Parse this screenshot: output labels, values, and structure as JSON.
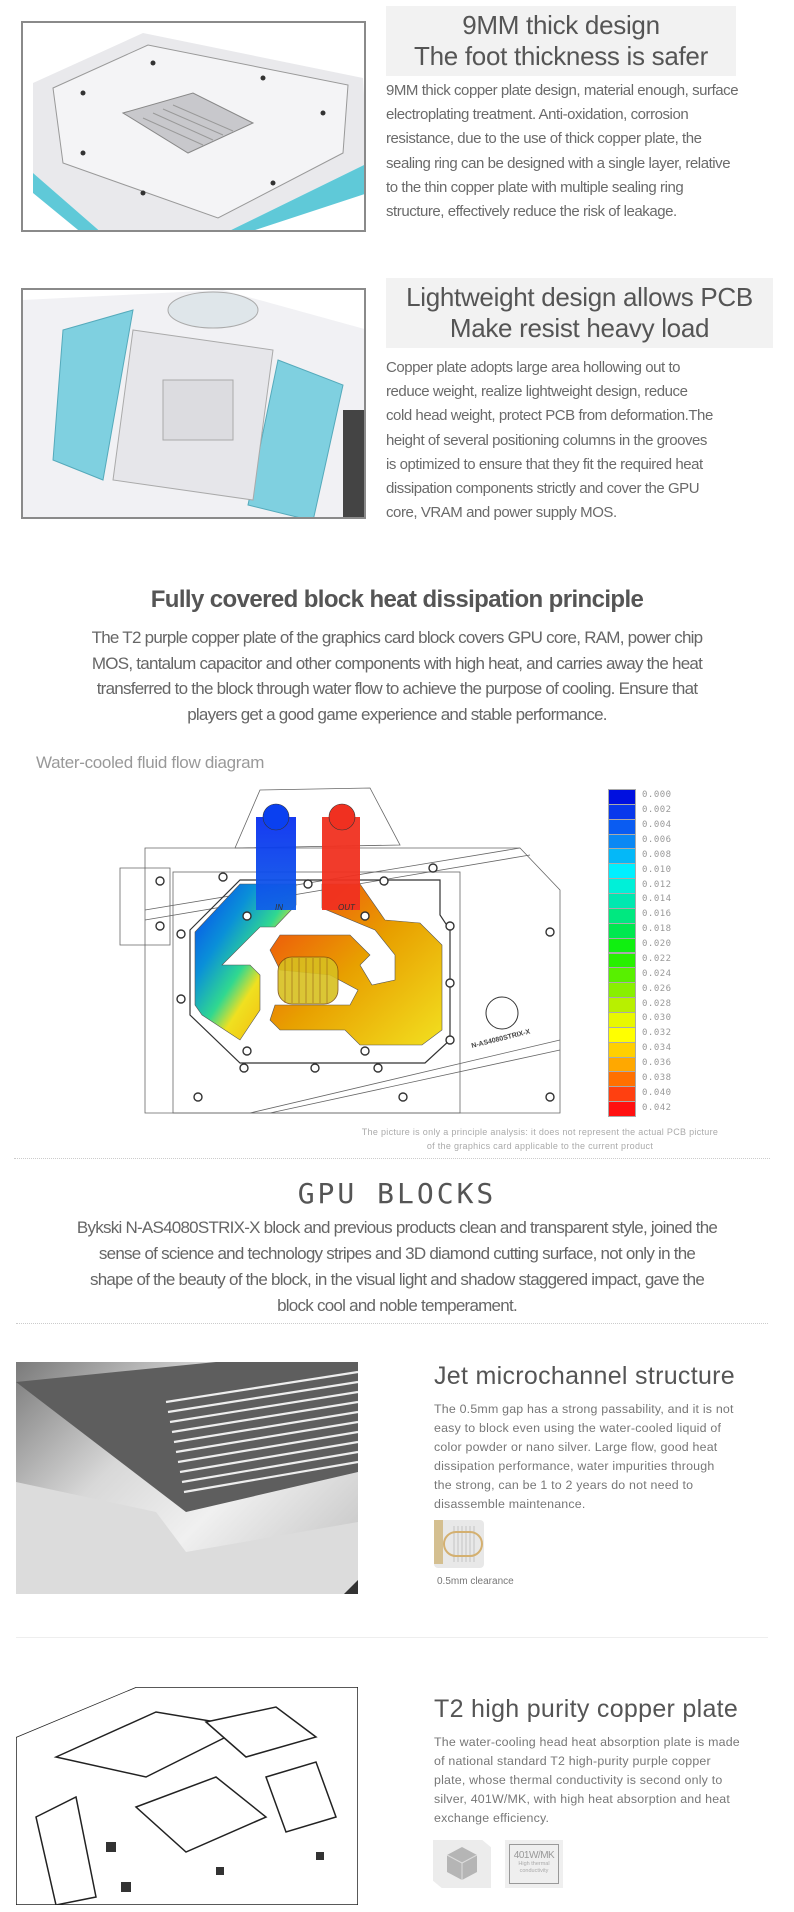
{
  "section_9mm": {
    "title_lines": [
      "9MM thick design",
      "The foot thickness is safer"
    ],
    "body_lines": [
      "9MM thick copper plate design, material enough, surface",
      "electroplating treatment. Anti-oxidation, corrosion",
      "resistance, due to the use of thick copper plate, the",
      "sealing ring can be designed with a single layer, relative",
      "to the thin copper plate with multiple sealing ring",
      "structure, effectively reduce the risk of leakage."
    ]
  },
  "section_lightweight": {
    "title_lines": [
      "Lightweight design allows PCB",
      "Make resist heavy load"
    ],
    "body_lines": [
      "Copper plate adopts large area hollowing out to",
      "reduce weight, realize lightweight design, reduce",
      "cold head weight, protect PCB from deformation.The",
      "height of several positioning columns in the grooves",
      "is optimized to ensure that they fit the required heat",
      "dissipation components strictly and cover the GPU",
      "core, VRAM and power supply MOS."
    ]
  },
  "principle": {
    "heading": "Fully covered block heat dissipation principle",
    "body_lines": [
      "The T2 purple copper plate of the graphics card block covers GPU core, RAM, power chip",
      "MOS, tantalum capacitor and other components with high heat, and carries away the heat",
      "transferred to the block through water flow to achieve the purpose of cooling. Ensure that",
      "players get a good game experience and stable performance."
    ],
    "diagram_label": "Water-cooled fluid flow diagram",
    "diagram": {
      "inlet_label": "IN",
      "outlet_label": "OUT",
      "model_plate": "N-AS4080STRIX-X",
      "scale_values": [
        "0.000",
        "0.002",
        "0.004",
        "0.006",
        "0.008",
        "0.010",
        "0.012",
        "0.014",
        "0.016",
        "0.018",
        "0.020",
        "0.022",
        "0.024",
        "0.026",
        "0.028",
        "0.030",
        "0.032",
        "0.034",
        "0.036",
        "0.038",
        "0.040",
        "0.042"
      ],
      "scale_colors": [
        "#0010e0",
        "#0838ec",
        "#0a5cf2",
        "#0a88f4",
        "#04b8f8",
        "#00f0ff",
        "#00f0d8",
        "#00e8b0",
        "#00e880",
        "#00e850",
        "#10f010",
        "#28f000",
        "#58f000",
        "#88f000",
        "#b8f000",
        "#e8f800",
        "#ffff00",
        "#ffd000",
        "#ffa800",
        "#ff7000",
        "#ff4010",
        "#ff1010"
      ],
      "caption_lines": [
        "The picture is only a principle analysis: it does not represent the actual PCB picture",
        "of the graphics card applicable to the current product"
      ]
    }
  },
  "gpu_blocks": {
    "heading": "GPU BLOCKS",
    "body_lines": [
      "Bykski N-AS4080STRIX-X block and previous products clean and transparent style, joined the",
      "sense of science and technology stripes and 3D diamond cutting surface, not only in the",
      "shape of the beauty of the block, in the visual light and shadow staggered impact, gave the",
      "block cool and noble temperament."
    ]
  },
  "jet": {
    "title": "Jet microchannel structure",
    "body_lines": [
      "The 0.5mm gap has a strong passability, and it is not",
      "easy to block even using the water-cooled liquid of",
      "color powder or nano silver. Large flow, good heat",
      "dissipation performance, water impurities through",
      "the strong, can be 1 to 2 years do not need to",
      "disassemble maintenance."
    ],
    "icon_caption": "0.5mm clearance"
  },
  "copper": {
    "title": "T2 high purity copper plate",
    "body_lines": [
      "The water-cooling head heat absorption plate is made",
      "of national standard T2 high-purity purple copper",
      "plate, whose thermal conductivity is second only to",
      "silver, 401W/MK, with high heat absorption and heat",
      "exchange efficiency."
    ],
    "badge_value": "401W/MK",
    "badge_lines": [
      "High thermal",
      "conductivity"
    ]
  }
}
